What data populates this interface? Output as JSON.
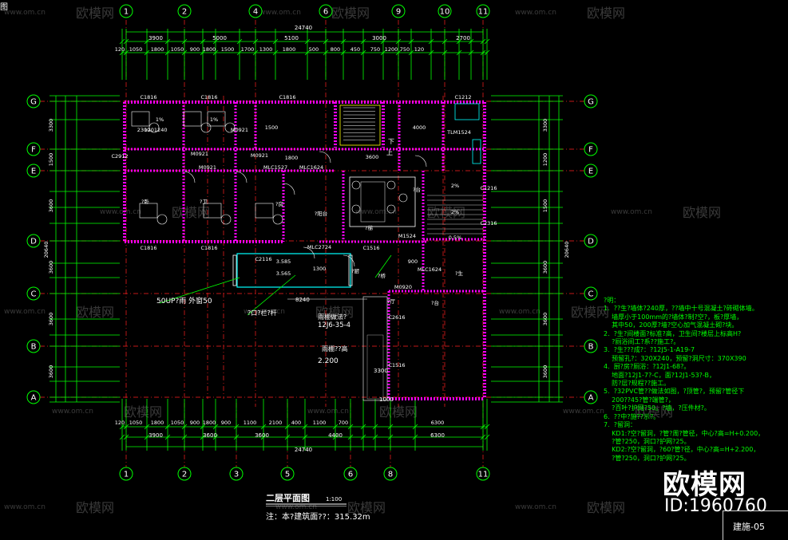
{
  "corner_label": "图",
  "watermark": {
    "site": "www.om.cn",
    "brand": "欧模网",
    "id": "ID:1960760"
  },
  "sheet_no": "建施-05",
  "drawing_title": "二层平面图",
  "drawing_scale": "1:100",
  "area_note": "注：本?建筑面??：315.32m",
  "overall_width": "24740",
  "overall_depth": "20640",
  "top_axes": [
    "1",
    "2",
    "4",
    "6",
    "9",
    "10",
    "11"
  ],
  "bottom_axes": [
    "1",
    "2",
    "3",
    "5",
    "6",
    "8",
    "11"
  ],
  "row_axes": [
    "G",
    "F",
    "E",
    "D",
    "C",
    "B",
    "A"
  ],
  "top_dims_major": [
    "3900",
    "5000",
    "5100",
    "3000",
    "2700"
  ],
  "top_dims_minor": [
    "120",
    "1050",
    "1800",
    "1050",
    "900",
    "1800",
    "1500",
    "1700",
    "1300",
    "1800",
    "500",
    "800",
    "450",
    "750",
    "1200",
    "750",
    "120"
  ],
  "bottom_dims_major": [
    "3900",
    "3600",
    "3600",
    "4400",
    "6300"
  ],
  "bottom_dims_minor": [
    "120",
    "1050",
    "1800",
    "1050",
    "900",
    "1800",
    "900",
    "1100",
    "2100",
    "400",
    "1100",
    "700",
    "6300"
  ],
  "left_dims": [
    "3300",
    "1500",
    "3600",
    "3600",
    "3600",
    "3600"
  ],
  "right_dims": [
    "3300",
    "1200",
    "1500",
    "3600",
    "3600",
    "3600"
  ],
  "room_labels": [
    "C1816",
    "C1816",
    "C1816",
    "C1212",
    "C1816",
    "C1816",
    "C1516",
    "C2116",
    "C2912",
    "C1216",
    "C2316",
    "C2616",
    "C1516",
    "M0921",
    "M0921",
    "M0921",
    "M0921",
    "MLC1527",
    "MLC1624",
    "MLC2724",
    "M1524",
    "TLM1524",
    "MLC1624",
    "M0920",
    "2300",
    "1201240",
    "1500",
    "1800",
    "3600",
    "4000",
    "900",
    "1300",
    "3.585",
    "3.565",
    "2%",
    "2%",
    "0.5%",
    "1%",
    "1%",
    "?厨",
    "?房",
    "?阳台",
    "?卧",
    "?卫",
    "?生",
    "?台",
    "?梯",
    "?桥",
    "?台",
    "?厅"
  ],
  "annotations": [
    "50UP?雨 外窗50",
    "?口?栏?杆",
    "雨棚做法?",
    "12J6-35-4",
    "雨棚??高",
    "2.200",
    "下",
    "上",
    "8240",
    "1000",
    "3300"
  ],
  "notes": [
    "?明：",
    "1.  ??生?墙体?240厚，??墙中十号混凝土?砖砌体墙。",
    "    墙厚小于100mm的?墙体?制?空?，板?厚墙，",
    "    其中50，200厚?墙?空心加气混凝土砌?块。",
    "2.  ?生?间楼面?标准?高，卫生间?楼层上标高H?",
    "    ?厕浴间工?系??施工?。",
    "3.  ?生???成?：?12J5-1-A19-7",
    "    预留孔?：320X240，预留?洞尺寸：370X390",
    "4.  厨?房?厕浴：?12J1-68?。",
    "    地面?12J1-7?-C，面?12J1-53?-B，",
    "    防?层?规程??施工。",
    "5.  ?32PVC管??做法如图，?顶管?，预留?管径下",
    "    200??45?管?端管?，",
    "    ?百叶?护网?50。?墙，?压件材?。",
    "6.  ??中?施??示?。",
    "7.  ?留洞：",
    "    KD1:?空?留洞，?管?周?管径，中心?高=H+0.200，",
    "    ?管?250，洞口?护网?25。",
    "    KD2:?空?留洞，?60?管?径，中心?高=H+2.200，",
    "    ?管?250，洞口?护网?25。"
  ]
}
